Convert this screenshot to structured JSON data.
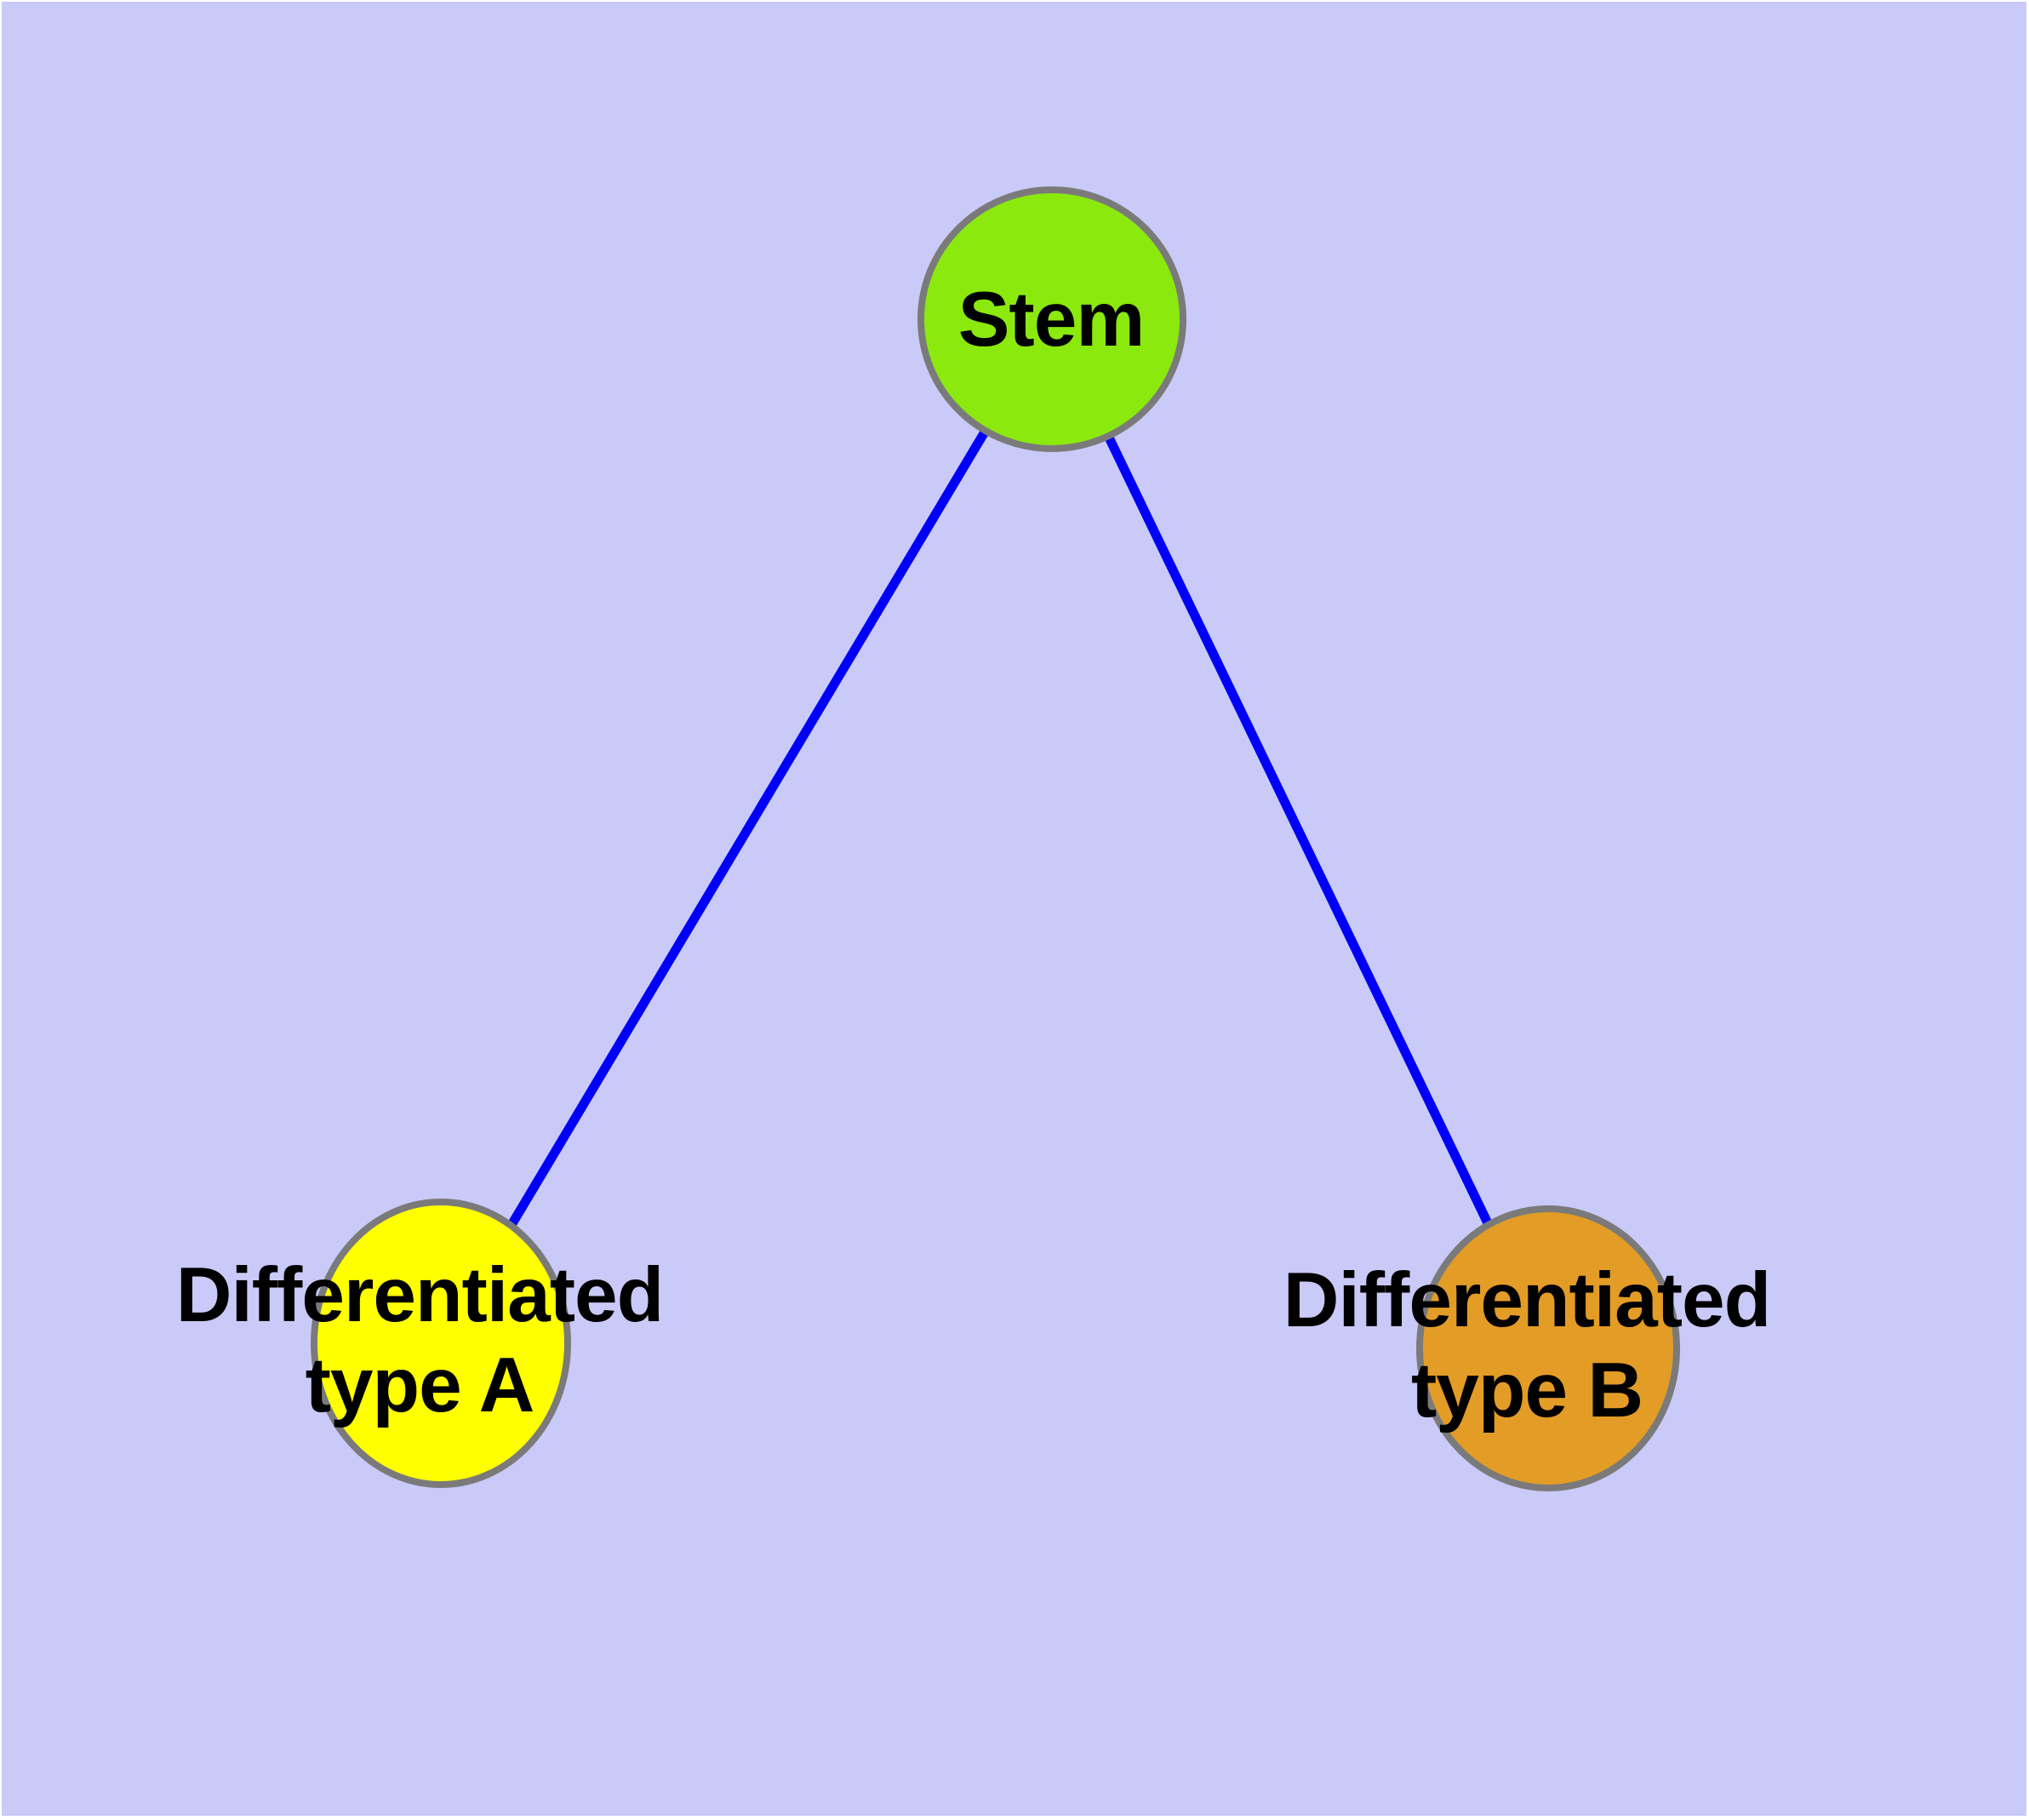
{
  "canvas": {
    "background_color": "#CACAF8",
    "margin_color": "#FFFFFF"
  },
  "graph": {
    "type": "node-link-diagram",
    "edge_color": "#0000F8",
    "node_border_color": "#7A7A7A",
    "label_color": "#000000",
    "nodes": {
      "stem": {
        "label": "Stem",
        "fill": "#8BE90E"
      },
      "type_a": {
        "label_line1": "Differentiated",
        "label_line2": "type A",
        "fill": "#FFFF00"
      },
      "type_b": {
        "label_line1": "Differentiated",
        "label_line2": "type B",
        "fill": "#E39C26"
      }
    },
    "edges": [
      {
        "from": "stem",
        "to": "type_a"
      },
      {
        "from": "stem",
        "to": "type_b"
      }
    ]
  }
}
